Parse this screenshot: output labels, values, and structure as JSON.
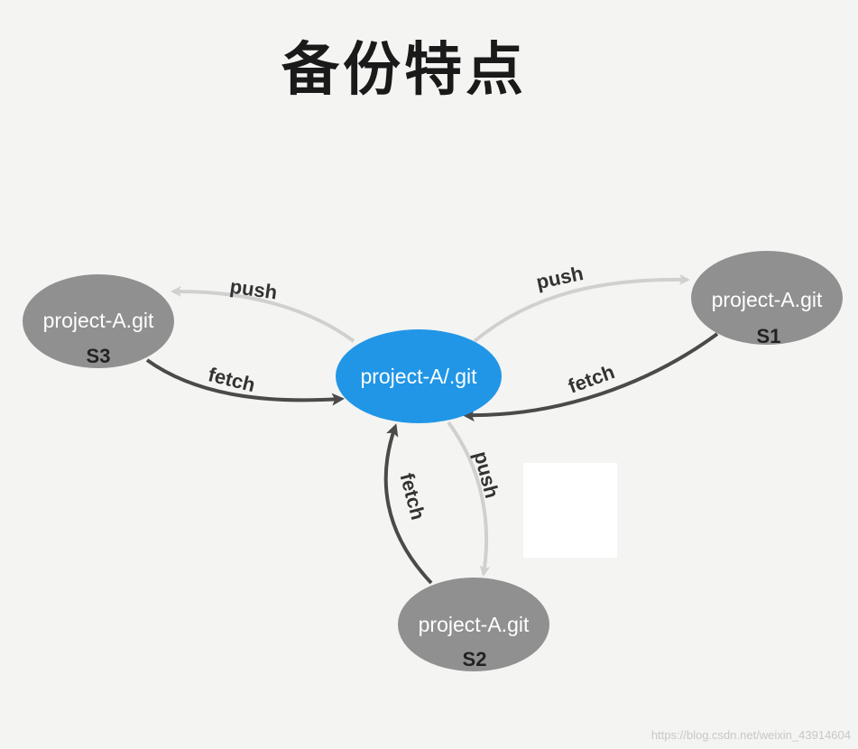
{
  "title": "备份特点",
  "colors": {
    "background": "#f4f4f2",
    "central_node": "#2196e6",
    "server_node": "#909090",
    "push_edge": "#d0d0d0",
    "fetch_edge": "#4a4a4a"
  },
  "nodes": {
    "center": {
      "label": "project-A/.git"
    },
    "s1": {
      "label": "project-A.git",
      "tag": "S1"
    },
    "s2": {
      "label": "project-A.git",
      "tag": "S2"
    },
    "s3": {
      "label": "project-A.git",
      "tag": "S3"
    }
  },
  "edges": {
    "push_s1": {
      "label": "push",
      "from": "project-A/.git",
      "to": "S1"
    },
    "fetch_s1": {
      "label": "fetch",
      "from": "S1",
      "to": "project-A/.git"
    },
    "push_s2": {
      "label": "push",
      "from": "project-A/.git",
      "to": "S2"
    },
    "fetch_s2": {
      "label": "fetch",
      "from": "S2",
      "to": "project-A/.git"
    },
    "push_s3": {
      "label": "push",
      "from": "project-A/.git",
      "to": "S3"
    },
    "fetch_s3": {
      "label": "fetch",
      "from": "S3",
      "to": "project-A/.git"
    }
  },
  "watermark": "https://blog.csdn.net/weixin_43914604"
}
